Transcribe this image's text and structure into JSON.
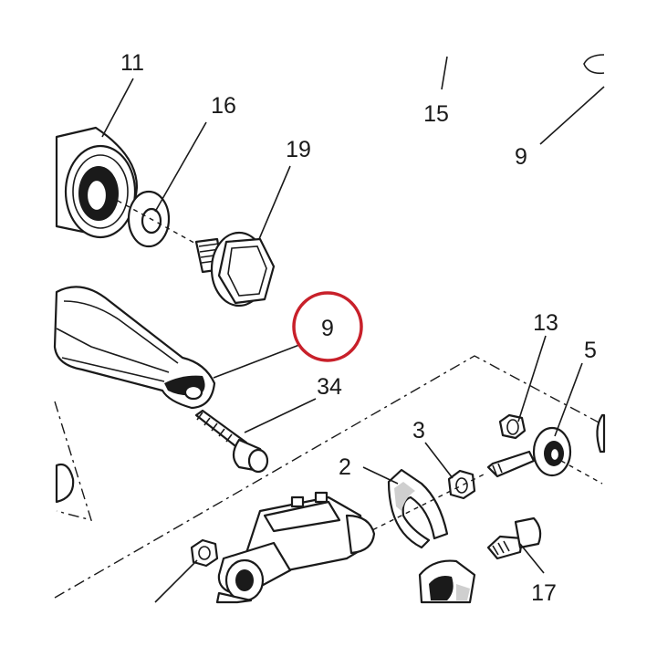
{
  "diagram": {
    "highlight_color": "#c8202a",
    "highlighted_label": "9",
    "labels": {
      "p11": "11",
      "p16": "16",
      "p19": "19",
      "p15": "15",
      "p9_top": "9",
      "p9_circled": "9",
      "p34": "34",
      "p13": "13",
      "p5": "5",
      "p3": "3",
      "p2": "2",
      "p17": "17"
    }
  }
}
